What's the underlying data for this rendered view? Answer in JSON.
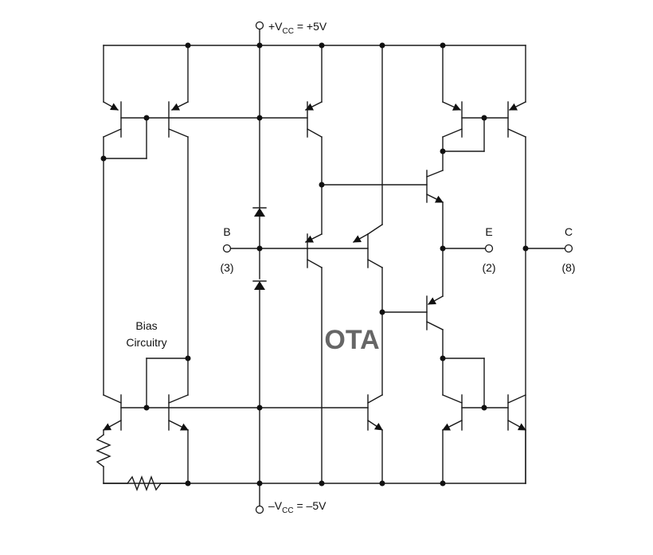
{
  "supply_top": {
    "prefix": "+V",
    "sub": "CC",
    "suffix": " = +5V"
  },
  "supply_bottom": {
    "prefix": "–V",
    "sub": "CC",
    "suffix": " = –5V"
  },
  "terminals": {
    "b": {
      "letter": "B",
      "pin": "(3)"
    },
    "e": {
      "letter": "E",
      "pin": "(2)"
    },
    "c": {
      "letter": "C",
      "pin": "(8)"
    }
  },
  "bias": {
    "line1": "Bias",
    "line2": "Circuitry"
  },
  "block_label": "OTA"
}
